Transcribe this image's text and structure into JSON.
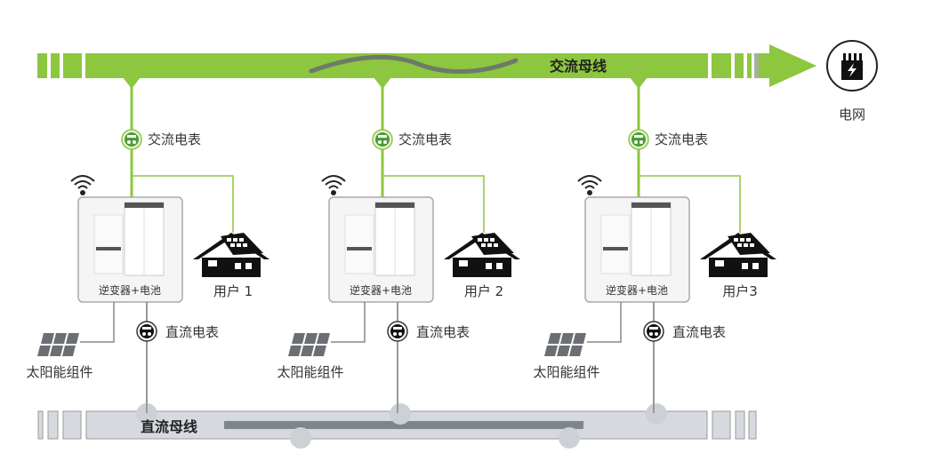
{
  "ac_bus": {
    "label": "交流母线",
    "color": "#8dc63f"
  },
  "dc_bus": {
    "label": "直流母线",
    "color": "#d6dae0"
  },
  "grid": {
    "label": "电网",
    "icon": "transformer-lightning-icon"
  },
  "units": [
    {
      "ac_meter": "交流电表",
      "inverter": "逆变器+电池",
      "user": "用户 1",
      "dc_meter": "直流电表",
      "solar": "太阳能组件"
    },
    {
      "ac_meter": "交流电表",
      "inverter": "逆变器+电池",
      "user": "用户 2",
      "dc_meter": "直流电表",
      "solar": "太阳能组件"
    },
    {
      "ac_meter": "交流电表",
      "inverter": "逆变器+电池",
      "user": "用户3",
      "dc_meter": "直流电表",
      "solar": "太阳能组件"
    }
  ]
}
